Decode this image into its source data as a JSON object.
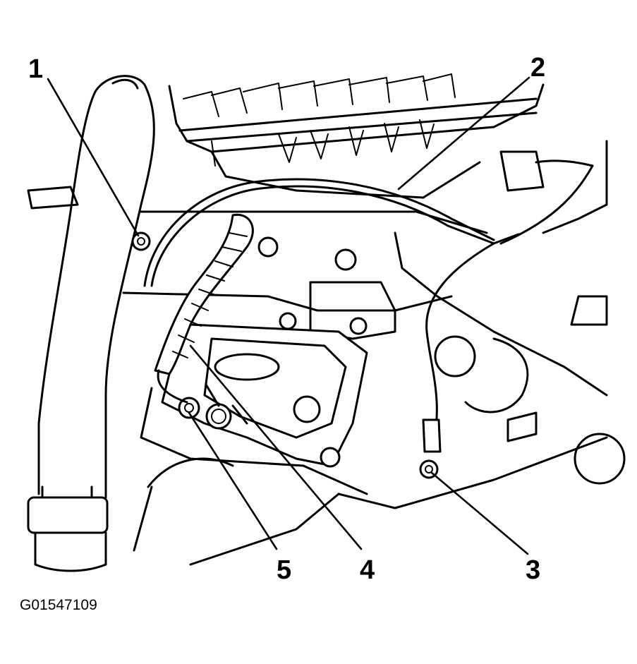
{
  "callouts": [
    {
      "id": "1",
      "label": "1"
    },
    {
      "id": "2",
      "label": "2"
    },
    {
      "id": "3",
      "label": "3"
    },
    {
      "id": "4",
      "label": "4"
    },
    {
      "id": "5",
      "label": "5"
    }
  ],
  "figure_id": "G01547109"
}
